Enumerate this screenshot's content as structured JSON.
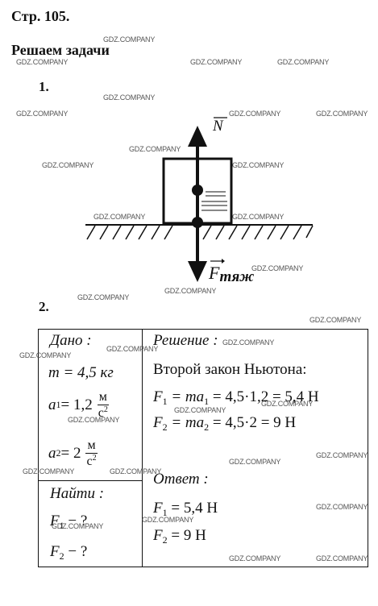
{
  "page_header": "Стр. 105.",
  "section_title": "Решаем задачи",
  "problem1": {
    "number": "1.",
    "label_N": "N",
    "label_F": "F",
    "label_F_sub": "тяж"
  },
  "problem2": {
    "number": "2.",
    "given": {
      "heading": "Дано :",
      "mass": "m = 4,5 кг",
      "a1_left": "a",
      "a1_sub": "1",
      "a1_value": " = 1,2",
      "a2_left": "a",
      "a2_sub": "2",
      "a2_value": " = 2",
      "unit_num": "м",
      "unit_den": "с",
      "unit_den_power": "2"
    },
    "find": {
      "heading": "Найти :",
      "f1": "F",
      "f1_sub": "1",
      "f1_rest": " − ?",
      "f2": "F",
      "f2_sub": "2",
      "f2_rest": " − ?"
    },
    "solution": {
      "heading": "Решение :",
      "law": "Второй закон Ньютона:",
      "eq1_F": "F",
      "eq1_sub": "1",
      "eq1_mid": " = ma",
      "eq1_a_sub": "1",
      "eq1_rest": " = 4,5·1,2 = 5,4 Н",
      "eq2_F": "F",
      "eq2_sub": "2",
      "eq2_mid": " = ma",
      "eq2_a_sub": "2",
      "eq2_rest": " = 4,5·2 = 9 Н"
    },
    "answer": {
      "heading": "Ответ :",
      "ans1_F": "F",
      "ans1_sub": "1",
      "ans1_rest": " = 5,4 Н",
      "ans2_F": "F",
      "ans2_sub": "2",
      "ans2_rest": " = 9 Н"
    }
  },
  "watermark": "GDZ.COMPANY"
}
